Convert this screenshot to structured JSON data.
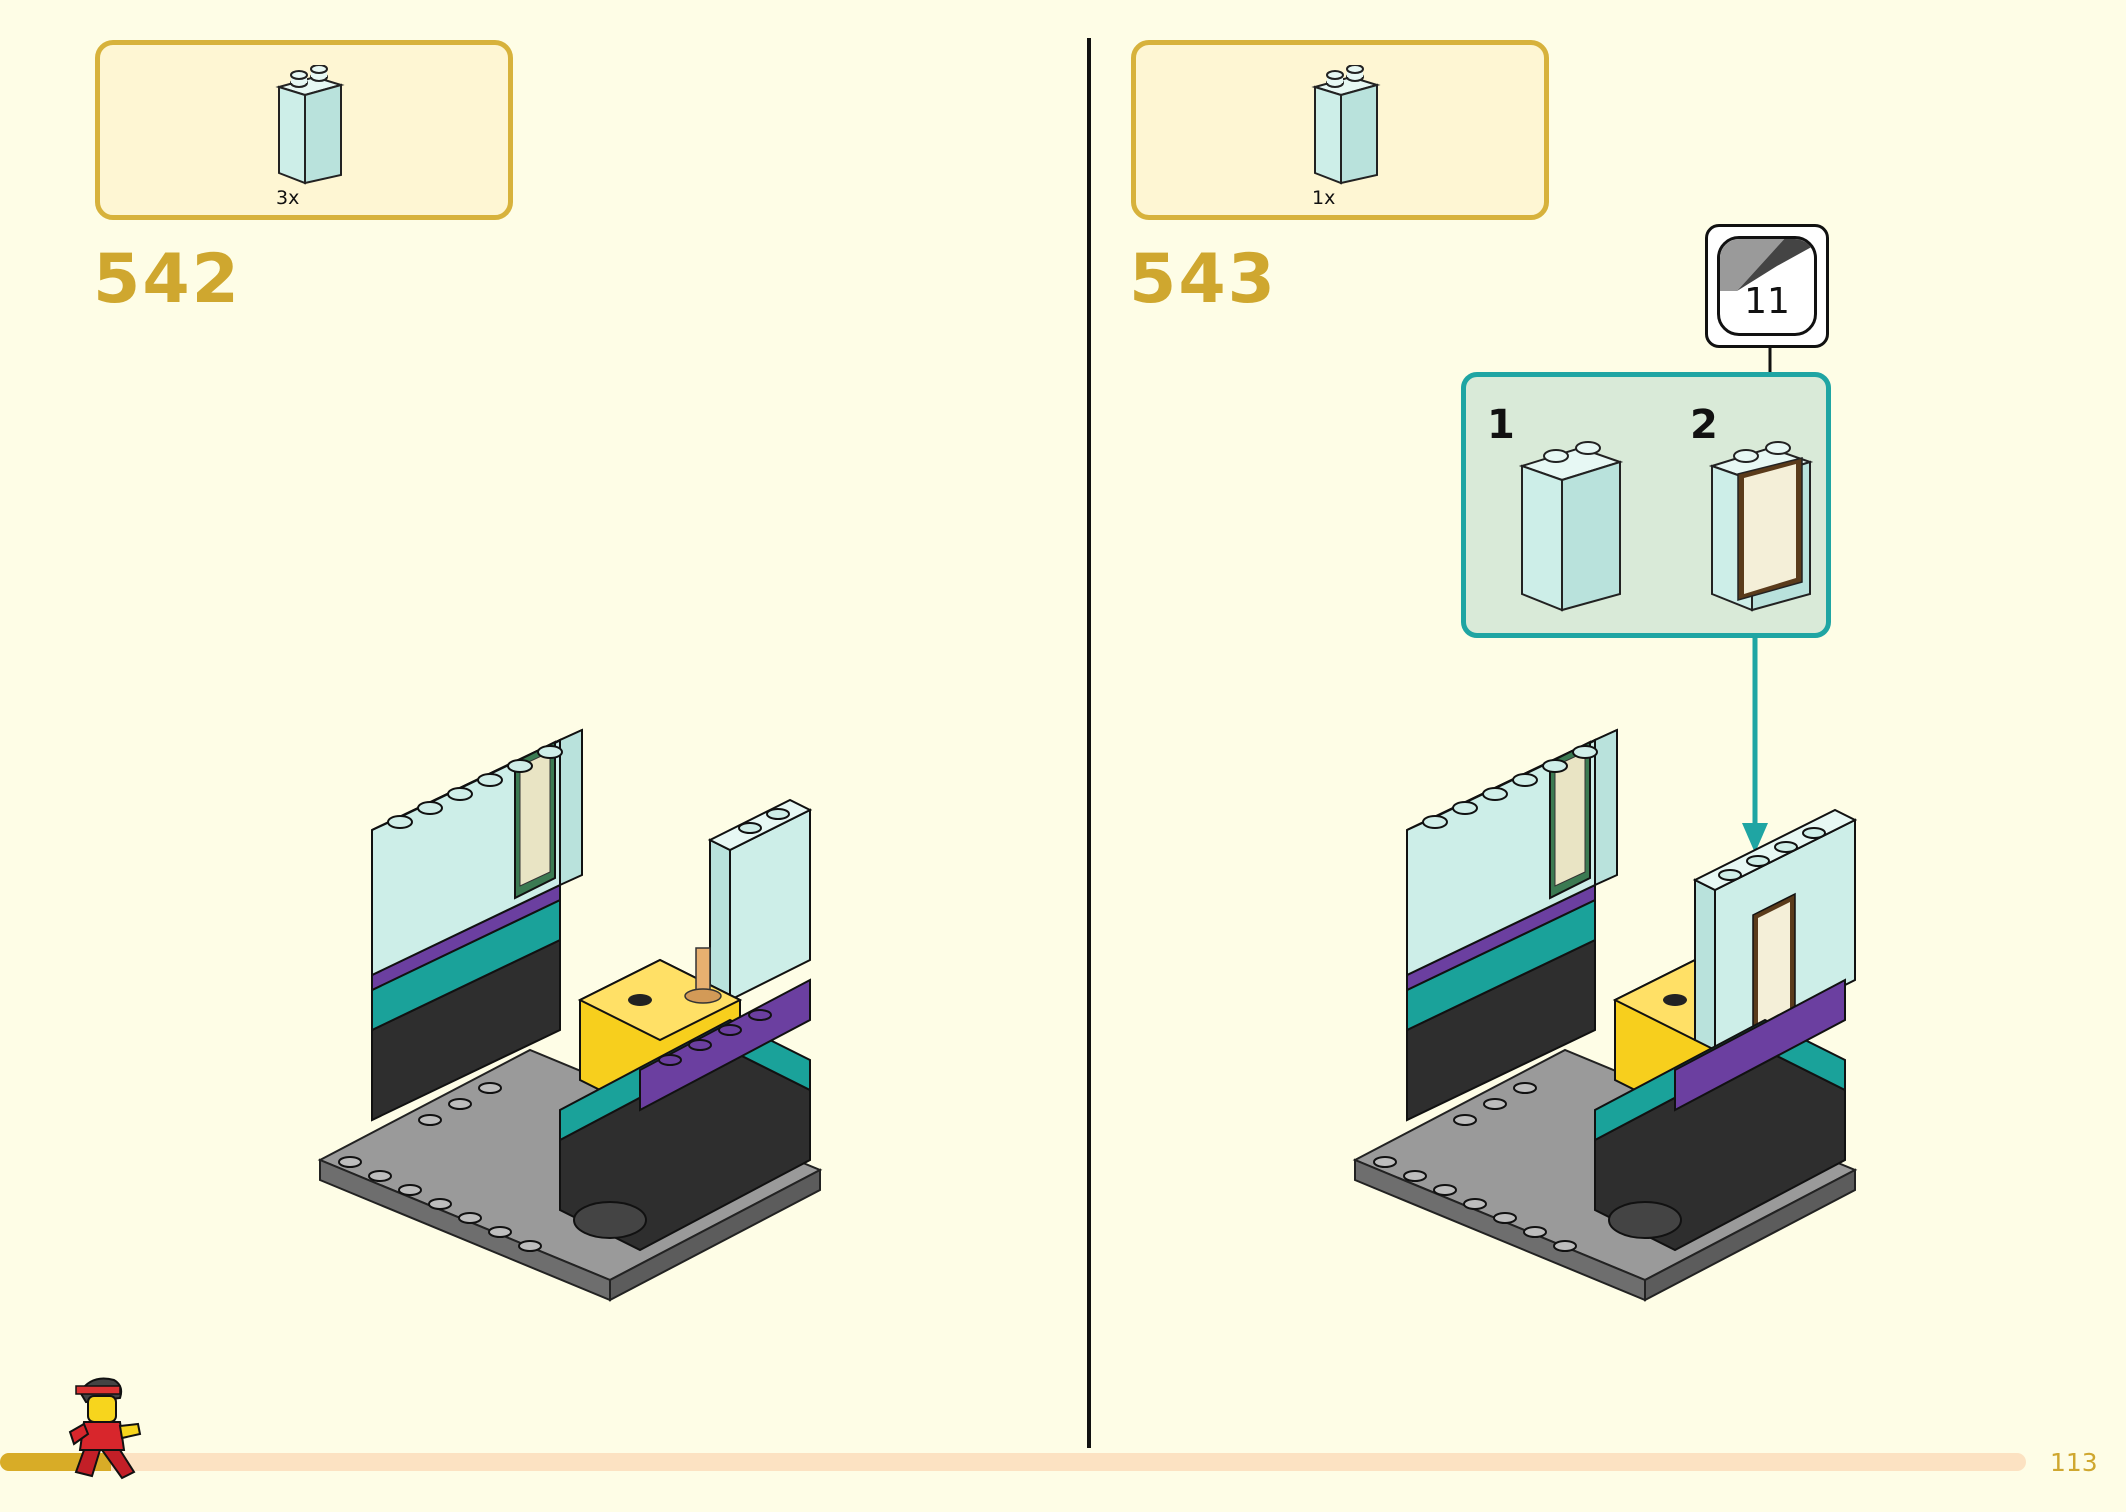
{
  "page": {
    "number": "113",
    "progress_fraction": 0.055
  },
  "steps": [
    {
      "step": "542",
      "parts": [
        {
          "qty": "3x"
        }
      ]
    },
    {
      "step": "543",
      "parts": [
        {
          "qty": "1x"
        }
      ],
      "subassembly": {
        "labels": [
          "1",
          "2"
        ],
        "sticker": "11"
      }
    }
  ],
  "colors": {
    "accent": "#d7b23c",
    "step_number": "#cfa72f",
    "sub_box_border": "#1fa5a3",
    "brick_light_aqua": "#cdeee8",
    "teal": "#1aa29a",
    "purple": "#6b3fa0",
    "black_brick": "#2a2a2a",
    "grey_plate": "#8e8e8e",
    "yellow": "#f7cf1d"
  }
}
